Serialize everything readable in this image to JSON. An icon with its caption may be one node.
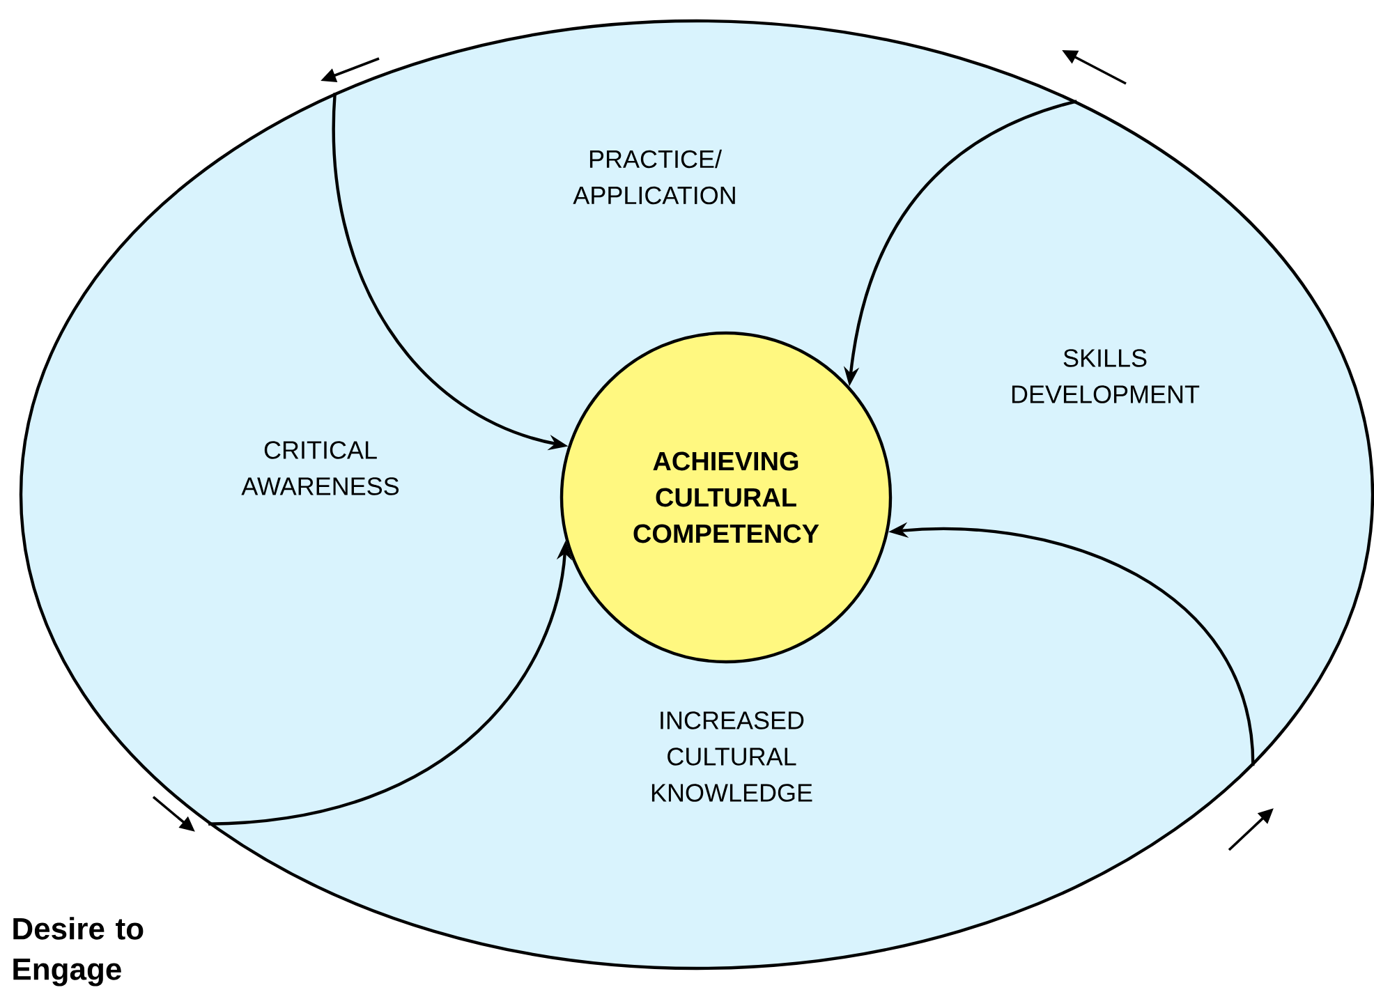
{
  "diagram": {
    "nodes": [
      {
        "text": [],
        "shape": "ellipse"
      },
      {
        "text": [
          "ACHIEVING CULTURAL COMPETENCY"
        ],
        "in": 0
      }
    ],
    "edges": [
      {
        "from": 0,
        "to": 1,
        "arrow": "to"
      },
      {
        "from": 0,
        "to": 1,
        "arrow": "to"
      },
      {
        "from": 0,
        "to": 1,
        "arrow": "to"
      },
      {
        "from": 0,
        "to": 1,
        "arrow": "to"
      }
    ],
    "labels": [
      "PRACTICE/ APPLICATION",
      "SKILLS DEVELOPMENT",
      "CRITICAL AWARENESS",
      "INCREASED CULTURAL KNOWLEDGE",
      "Desire to Engage"
    ]
  }
}
